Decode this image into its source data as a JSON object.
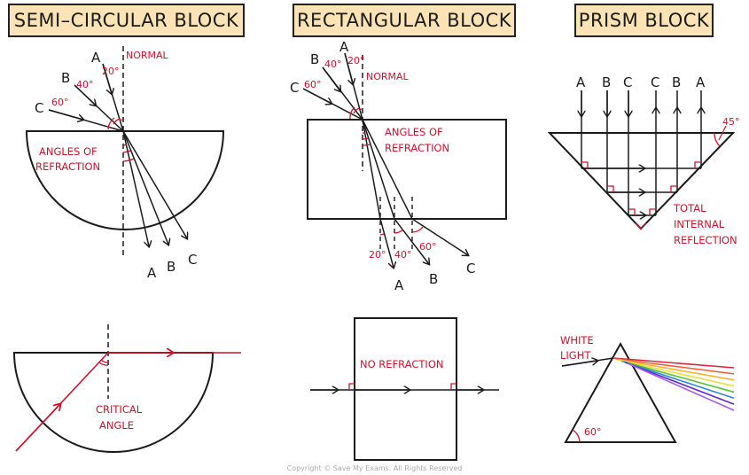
{
  "titles": {
    "semi": "SEMI–CIRCULAR BLOCK",
    "rect": "RECTANGULAR BLOCK",
    "prism": "PRISM BLOCK"
  },
  "semi_top": {
    "normal": "NORMAL",
    "ray_a": "A",
    "ray_b": "B",
    "ray_c": "C",
    "angle_a": "20°",
    "angle_b": "40°",
    "angle_c": "60°",
    "refraction_line1": "ANGLES OF",
    "refraction_line2": "REFRACTION",
    "out_a": "A",
    "out_b": "B",
    "out_c": "C"
  },
  "rect_top": {
    "ray_a": "A",
    "ray_b": "B",
    "ray_c": "C",
    "angle_a": "20°",
    "angle_b": "40°",
    "angle_c": "60°",
    "normal": "NORMAL",
    "refraction_line1": "ANGLES OF",
    "refraction_line2": "REFRACTION",
    "exit_angle_a": "20°",
    "exit_angle_b": "40°",
    "exit_angle_c": "60°",
    "out_a": "A",
    "out_b": "B",
    "out_c": "C"
  },
  "prism_top": {
    "in_a": "A",
    "in_b": "B",
    "in_c": "C",
    "out_c": "C",
    "out_b": "B",
    "out_a": "A",
    "angle": "45°",
    "tir_line1": "TOTAL",
    "tir_line2": "INTERNAL",
    "tir_line3": "REFLECTION"
  },
  "semi_bottom": {
    "critical_line1": "CRITICAL",
    "critical_line2": "ANGLE"
  },
  "rect_bottom": {
    "no_refraction": "NO REFRACTION"
  },
  "prism_bottom": {
    "white_line1": "WHITE",
    "white_line2": "LIGHT",
    "angle": "60°",
    "spectrum_colors": [
      "#d7263d",
      "#f46036",
      "#f7b32b",
      "#e9e045",
      "#5bc236",
      "#2e86de",
      "#5f27cd",
      "#a55eea"
    ]
  },
  "copyright": "Copyright © Save My Exams. All Rights Reserved",
  "colors": {
    "ink": "#1b1b1b",
    "accent": "#d0112b",
    "title_bg": "#fce3b6"
  }
}
